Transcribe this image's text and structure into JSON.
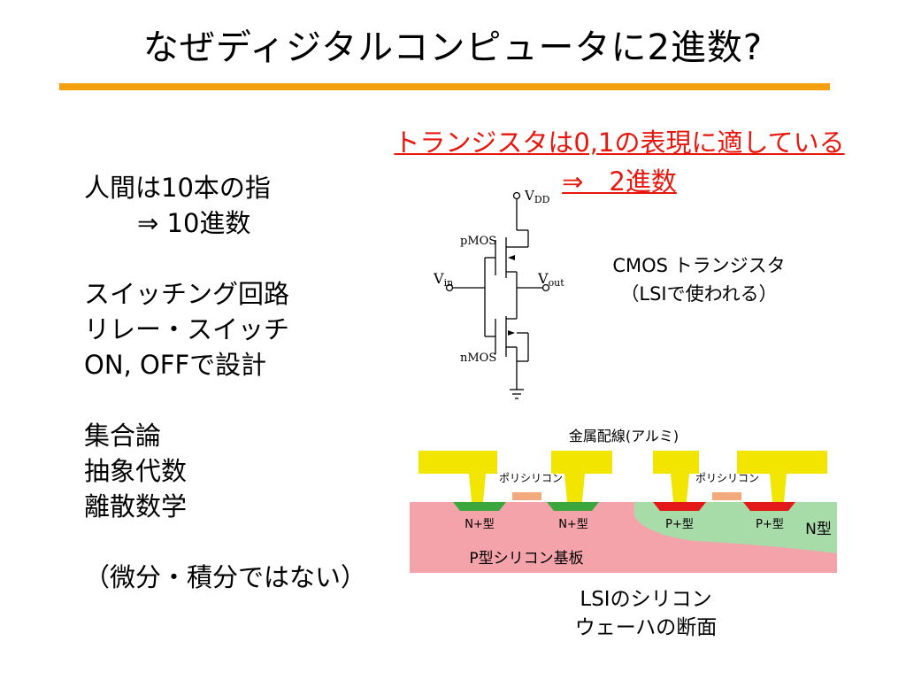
{
  "title": "なぜディジタルコンピュータに2進数?",
  "left": {
    "line1": "人間は10本の指",
    "line2": "⇒ 10進数",
    "line3": "スイッチング回路",
    "line4": "リレー・スイッチ",
    "line5": "ON, OFFで設計",
    "line6": "集合論",
    "line7": "抽象代数",
    "line8": "離散数学",
    "line9": "（微分・積分ではない）"
  },
  "red": {
    "line1": "トランジスタは0,1の表現に適している",
    "line2": "⇒　2進数"
  },
  "circuit": {
    "vdd_v": "V",
    "vdd_sub": "DD",
    "pmos": "pMOS",
    "nmos": "nMOS",
    "vin_v": "V",
    "vin_sub": "in",
    "vout_v": "V",
    "vout_sub": "out"
  },
  "cmos": {
    "line1": "CMOS トランジスタ",
    "line2": "（LSIで使われる）"
  },
  "cross_section": {
    "metal": "金属配線(アルミ)",
    "poly_left": "ポリシリコン",
    "poly_right": "ポリシリコン",
    "n_plus_1": "N+型",
    "n_plus_2": "N+型",
    "p_plus_1": "P+型",
    "p_plus_2": "P+型",
    "n_well": "N型",
    "substrate": "P型シリコン基板"
  },
  "caption": {
    "line1": "LSIのシリコン",
    "line2": "ウェーハの断面"
  },
  "colors": {
    "accent_rule": "#f5a011",
    "red_text": "#e8160c",
    "metal": "#f2e600",
    "substrate": "#f5a3aa",
    "n_well": "#a7dca8",
    "n_plus": "#3aa63c",
    "p_plus": "#e31818",
    "poly": "#f2a97c"
  }
}
